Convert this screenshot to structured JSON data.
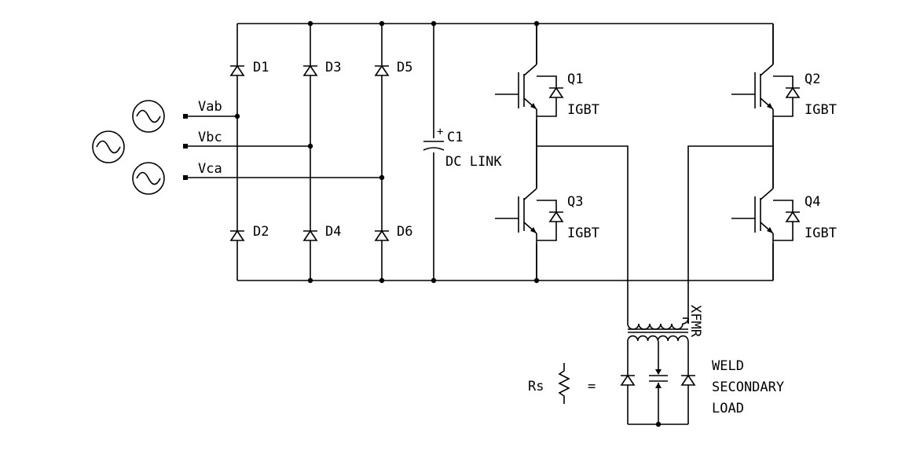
{
  "sources": {
    "vab": "Vab",
    "vbc": "Vbc",
    "vca": "Vca"
  },
  "diodes": {
    "d1": "D1",
    "d2": "D2",
    "d3": "D3",
    "d4": "D4",
    "d5": "D5",
    "d6": "D6"
  },
  "capacitor": {
    "name": "C1",
    "caption": "DC LINK",
    "polarity": "+"
  },
  "switches": {
    "q1": {
      "name": "Q1",
      "type": "IGBT"
    },
    "q2": {
      "name": "Q2",
      "type": "IGBT"
    },
    "q3": {
      "name": "Q3",
      "type": "IGBT"
    },
    "q4": {
      "name": "Q4",
      "type": "IGBT"
    }
  },
  "transformer": {
    "label": "XFMR"
  },
  "load": {
    "rs_label": "Rs",
    "equals": "=",
    "caption_lines": [
      "WELD",
      "SECONDARY",
      "LOAD"
    ]
  }
}
